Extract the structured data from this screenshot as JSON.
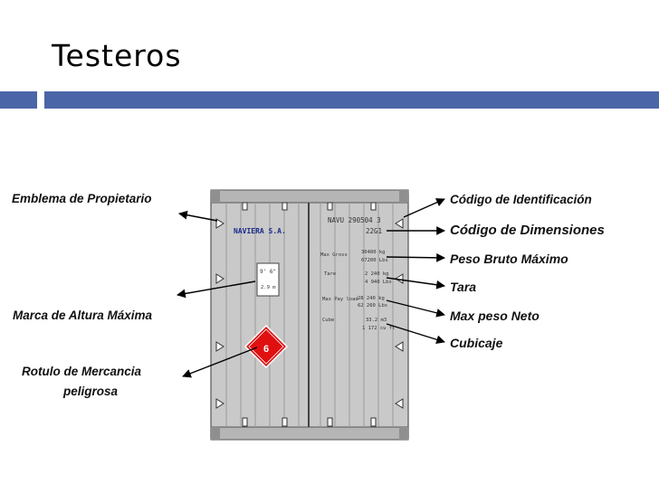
{
  "slide": {
    "title": "Testeros"
  },
  "container": {
    "owner_logo": "NAVIERA S.A.",
    "id_code": "NAVU 290504 3",
    "size_code": "22G1",
    "maxgross_label": "Max Gross",
    "maxgross_kg": "30480 kg",
    "maxgross_lbs": "67200 Lbs",
    "tare_label": "Tare",
    "tare_kg": "2 240 kg",
    "tare_lbs": "4 940 Lbs",
    "payload_label": "Max Pay load",
    "payload_kg": "28 240 kg",
    "payload_lbs": "62 260 Lbs",
    "cube_label": "Cube",
    "cube_m3": "33.2 m3",
    "cube_ft3": "1 172 cu ft",
    "height_mark_1": "9' 6\"",
    "height_mark_2": "2.9 m",
    "hazard_class": "6"
  },
  "labels": {
    "left": {
      "owner": "Emblema de Propietario",
      "height": "Marca de Altura Máxima",
      "hazard_line1": "Rotulo de Mercancia",
      "hazard_line2": "peligrosa"
    },
    "right": {
      "id_code": "Código de Identificación",
      "dimensions": "Código de Dimensiones",
      "gross": "Peso Bruto Máximo",
      "tare": "Tara",
      "net": "Max peso Neto",
      "cube": "Cubicaje"
    }
  },
  "colors": {
    "title_bar": "#4a66a8",
    "container_body": "#c9c9c9",
    "hazard_fill": "#e01010"
  }
}
